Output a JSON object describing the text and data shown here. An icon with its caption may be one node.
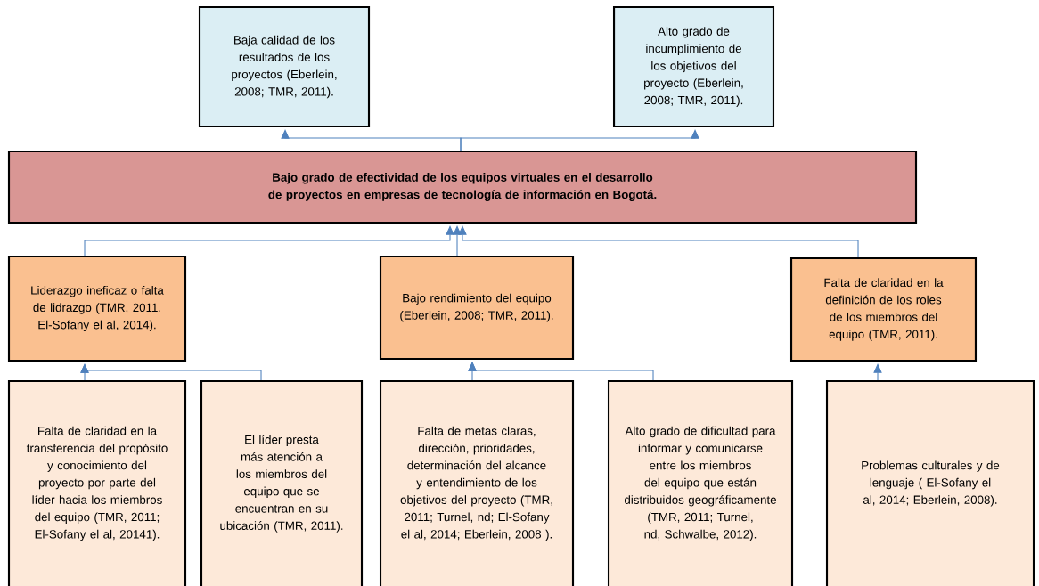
{
  "diagram": {
    "nodes": [
      {
        "text": [
          "Baja calidad de los resultados de los proyectos (Eberlein, 2008; TMR, 2011)."
        ]
      },
      {
        "text": [
          "Alto grado de incumplimiento de los objetivos del proyecto (Eberlein, 2008; TMR, 2011)."
        ]
      },
      {
        "text": [
          "Bajo grado de efectividad de los equipos virtuales en el desarrollo de proyectos en empresas de tecnología de información en Bogotá."
        ]
      },
      {
        "text": [
          "Liderazgo ineficaz o falta de lidrazgo (TMR, 2011,  El-Sofany el al, 2014)."
        ]
      },
      {
        "text": [
          "Bajo rendimiento del equipo (Eberlein, 2008; TMR, 2011)."
        ]
      },
      {
        "text": [
          "Falta de claridad en la definición de los roles de los miembros del equipo (TMR, 2011)."
        ]
      },
      {
        "text": [
          "Falta de claridad en la transferencia del propósito y conocimiento del proyecto por parte del líder hacia los miembros del equipo (TMR, 2011; El-Sofany el al, 20141)."
        ]
      },
      {
        "text": [
          "El líder presta más atención a los miembros del equipo que se encuentran en su ubicación (TMR, 2011)."
        ]
      },
      {
        "text": [
          "Falta de metas claras, dirección, prioridades, determinación del alcance y entendimiento de los objetivos del proyecto (TMR, 2011; Turnel, nd; El-Sofany el al, 2014; Eberlein, 2008 )."
        ]
      },
      {
        "text": [
          "Alto grado de dificultad para informar y comunicarse entre los miembros del equipo que están distribuidos geográficamente (TMR, 2011; Turnel, nd, Schwalbe, 2012)."
        ]
      },
      {
        "text": [
          "Problemas culturales y de lenguaje ( El-Sofany el al, 2014; Eberlein, 2008)."
        ]
      }
    ],
    "edges": [
      {
        "from": 2,
        "to": 0,
        "arrow": "to"
      },
      {
        "from": 2,
        "to": 1,
        "arrow": "to"
      },
      {
        "from": 3,
        "to": 2,
        "arrow": "to"
      },
      {
        "from": 4,
        "to": 2,
        "arrow": "to"
      },
      {
        "from": 5,
        "to": 2,
        "arrow": "to"
      },
      {
        "from": 6,
        "to": 3,
        "arrow": "to"
      },
      {
        "from": 7,
        "to": 3,
        "arrow": "to"
      },
      {
        "from": 8,
        "to": 4,
        "arrow": "to"
      },
      {
        "from": 9,
        "to": 4,
        "arrow": "to"
      },
      {
        "from": 10,
        "to": 5,
        "arrow": "to"
      }
    ]
  }
}
